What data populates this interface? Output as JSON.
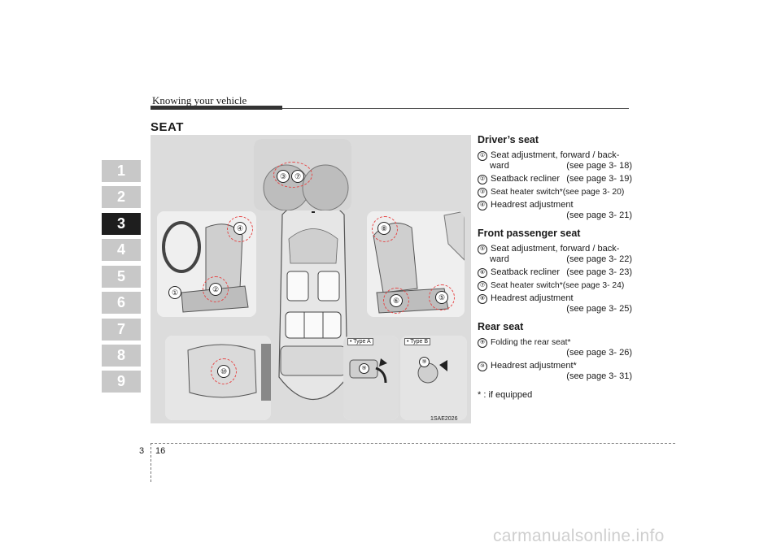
{
  "header": {
    "title": "Knowing your vehicle"
  },
  "section_title": "SEAT",
  "chapter_tabs": [
    {
      "label": "1",
      "active": false
    },
    {
      "label": "2",
      "active": false
    },
    {
      "label": "3",
      "active": true
    },
    {
      "label": "4",
      "active": false
    },
    {
      "label": "5",
      "active": false
    },
    {
      "label": "6",
      "active": false
    },
    {
      "label": "7",
      "active": false
    },
    {
      "label": "8",
      "active": false
    },
    {
      "label": "9",
      "active": false
    }
  ],
  "illustration": {
    "type_a": "• Type A",
    "type_b": "• Type B",
    "code": "1SAE2026",
    "markers": [
      "①",
      "②",
      "③",
      "④",
      "⑤",
      "⑥",
      "⑦",
      "⑧",
      "⑨",
      "⑩"
    ]
  },
  "drivers_seat": {
    "heading": "Driver’s seat",
    "i1_num": "①",
    "i1_text": "Seat adjustment, forward / back-",
    "i1_cont": "ward",
    "i1_ref": "(see page 3- 18)",
    "i2_num": "②",
    "i2_text": "Seatback recliner",
    "i2_ref": "(see page 3- 19)",
    "i3_num": "③",
    "i3_text": "Seat heater switch*(see page 3- 20)",
    "i4_num": "④",
    "i4_text": "Headrest adjustment",
    "i4_ref": "(see page 3- 21)"
  },
  "front_passenger_seat": {
    "heading": "Front passenger seat",
    "i5_num": "⑤",
    "i5_text": "Seat adjustment, forward / back-",
    "i5_cont": "ward",
    "i5_ref": "(see page 3- 22)",
    "i6_num": "⑥",
    "i6_text": "Seatback recliner",
    "i6_ref": "(see page 3- 23)",
    "i7_num": "⑦",
    "i7_text": "Seat heater switch*(see page 3- 24)",
    "i8_num": "⑧",
    "i8_text": "Headrest adjustment",
    "i8_ref": "(see page 3- 25)"
  },
  "rear_seat": {
    "heading": "Rear seat",
    "i9_num": "⑨",
    "i9_text": "Folding the rear seat*",
    "i9_ref": "(see page 3- 26)",
    "i10_num": "⑩",
    "i10_text": "Headrest adjustment*",
    "i10_ref": "(see page 3- 31)"
  },
  "footnote": "* : if equipped",
  "footer": {
    "chapter": "3",
    "page": "16"
  },
  "watermark": "carmanualsonline.info",
  "colors": {
    "accent_dash": "#e64646",
    "tab_active": "#1e1e1e",
    "tab_inactive": "#c8c8c8"
  }
}
